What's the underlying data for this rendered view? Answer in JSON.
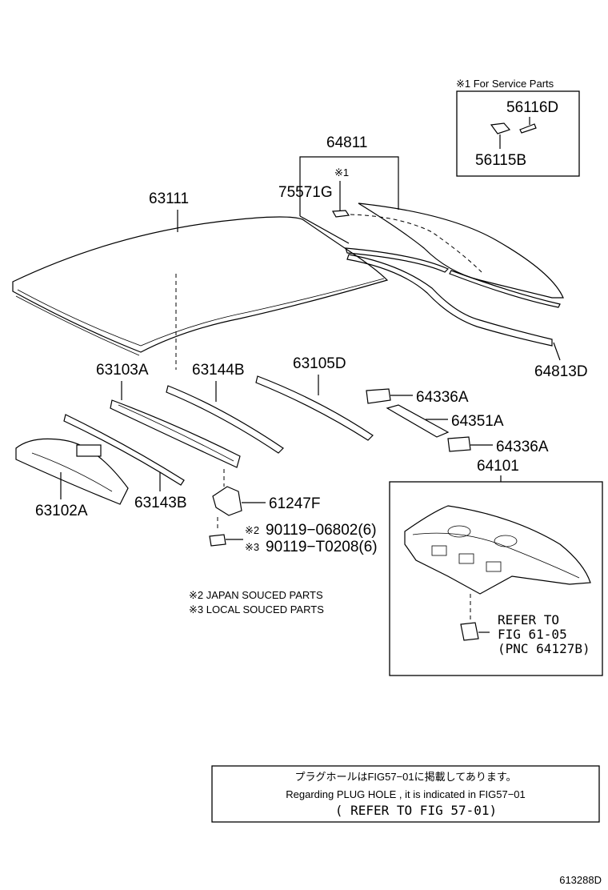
{
  "service_box": {
    "title": "※1 For Service Parts",
    "part_a": "56116D",
    "part_b": "56115B"
  },
  "parts": {
    "p64811": "64811",
    "mark1": "※1",
    "p75571G": "75571G",
    "p63111": "63111",
    "p64813D": "64813D",
    "p63103A": "63103A",
    "p63144B": "63144B",
    "p63105D": "63105D",
    "p64336A_top": "64336A",
    "p64351A": "64351A",
    "p64336A_bottom": "64336A",
    "p64101": "64101",
    "p63102A": "63102A",
    "p63143B": "63143B",
    "p61247F": "61247F",
    "mark2": "※2",
    "bolt_jp": "90119−06802(6)",
    "mark3": "※3",
    "bolt_local": "90119−T0208(6)"
  },
  "notes": {
    "japan": "※2 JAPAN SOUCED PARTS",
    "local": "※3 LOCAL SOUCED PARTS"
  },
  "refer": {
    "line1": "REFER TO",
    "line2": "FIG 61-05",
    "line3": "(PNC 64127B)"
  },
  "plug_note": {
    "japanese": "プラグホールはFIG57−01に掲載してあります。",
    "english": "Regarding  PLUG  HOLE  ,  it  is  indicated  in  FIG57−01",
    "refer": "(   REFER TO FIG 57-01)"
  },
  "figure_id": "613288D"
}
